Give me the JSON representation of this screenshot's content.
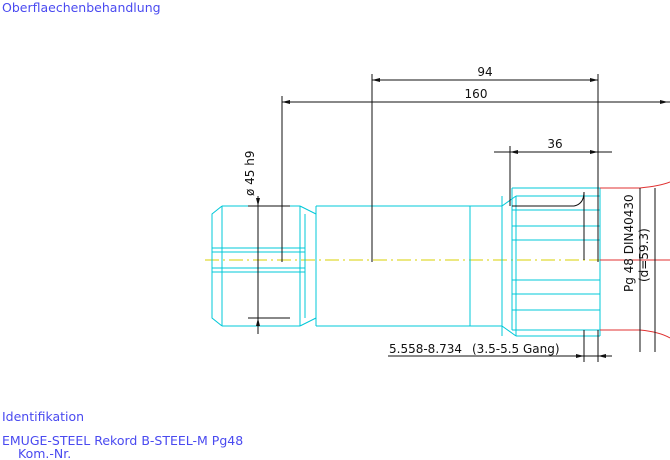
{
  "headings": {
    "surface_treatment": "Oberflaechenbehandlung",
    "identification": "Identifikation",
    "product_line": "EMUGE-STEEL   Rekord B-STEEL-M   Pg48",
    "comm_no": "Kom.-Nr."
  },
  "dimensions": {
    "len_94": "94",
    "len_160": "160",
    "len_36": "36",
    "diameter": "ø 45 h9",
    "thread": "Pg 48  DIN40430",
    "pitch_dia": "(d=59.3)",
    "core_range": "5.558-8.734",
    "gang": "(3.5-5.5 Gang)"
  },
  "colors": {
    "label": "#4a4af0",
    "outline": "#00c8d8",
    "thread": "#e03030",
    "axis": "#d8d000",
    "dimension": "#111111"
  }
}
